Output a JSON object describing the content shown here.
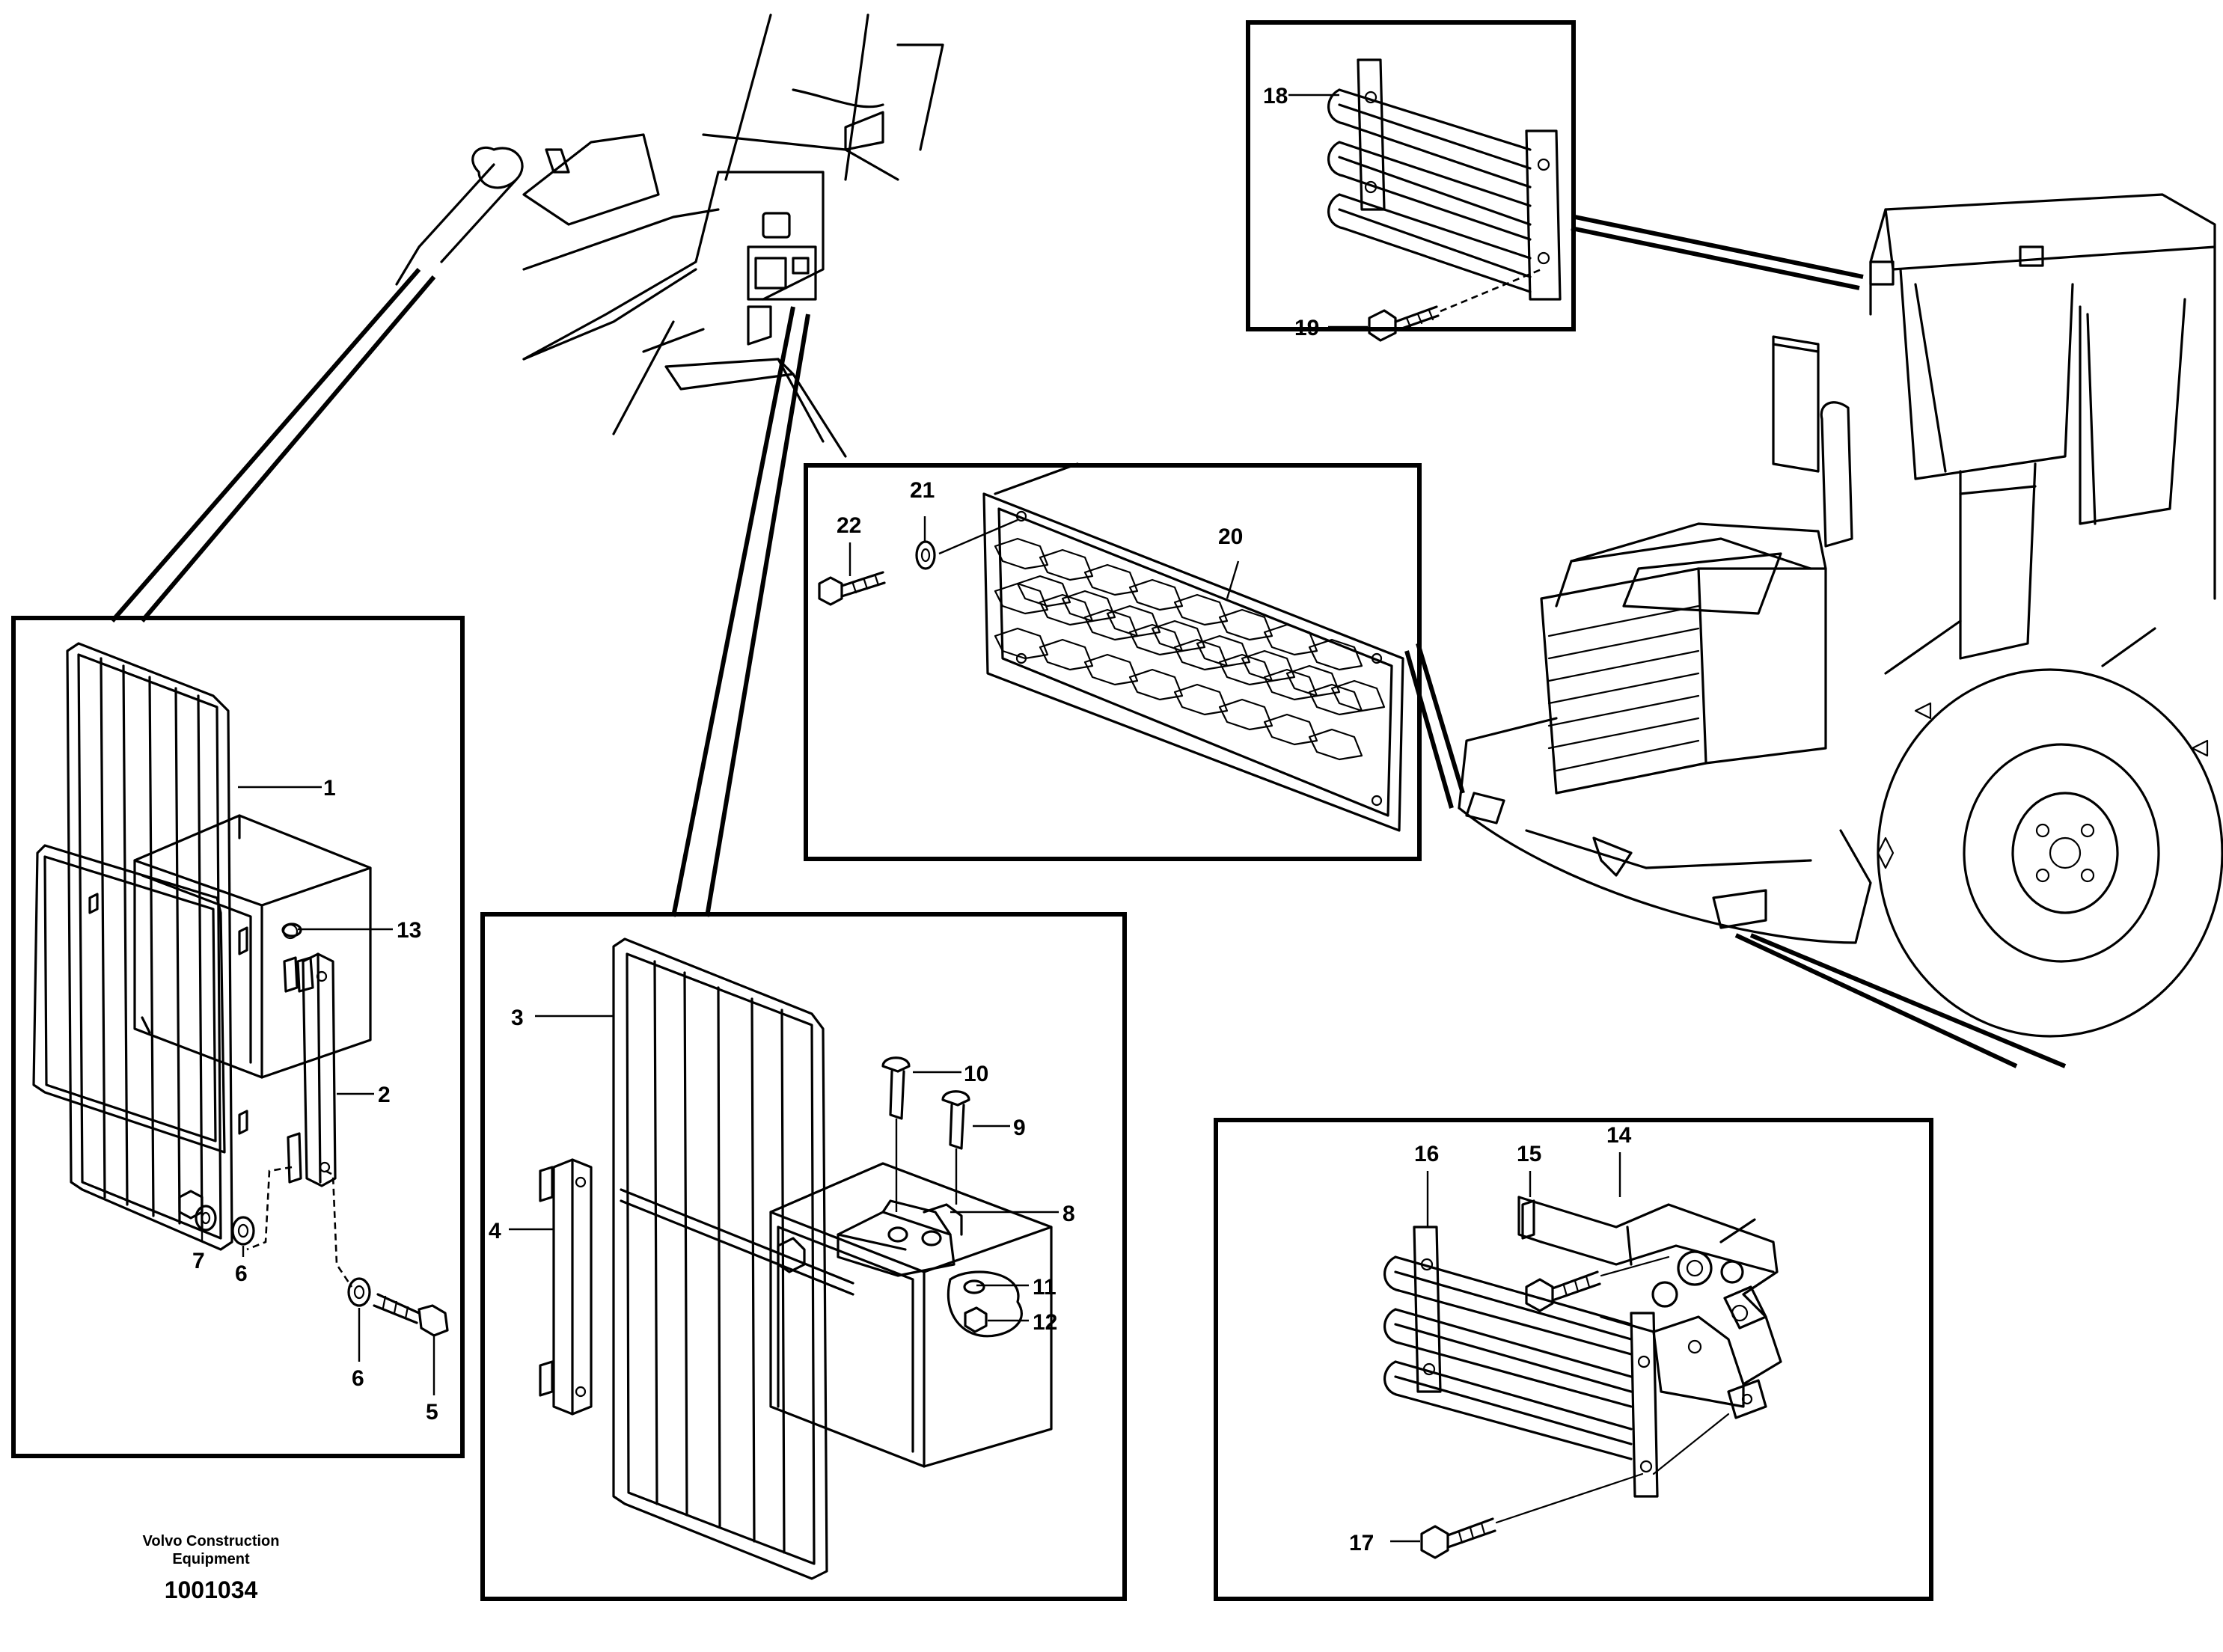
{
  "footer": {
    "maker_line1": "Volvo Construction",
    "maker_line2": "Equipment",
    "drawing_number": "1001034"
  },
  "parts": {
    "p1": "1",
    "p2": "2",
    "p3": "3",
    "p4": "4",
    "p5": "5",
    "p6a": "6",
    "p6b": "6",
    "p7": "7",
    "p8": "8",
    "p9": "9",
    "p10": "10",
    "p11": "11",
    "p12": "12",
    "p13": "13",
    "p14": "14",
    "p15": "15",
    "p16": "16",
    "p17": "17",
    "p18": "18",
    "p19": "19",
    "p20": "20",
    "p21": "21",
    "p22": "22"
  }
}
